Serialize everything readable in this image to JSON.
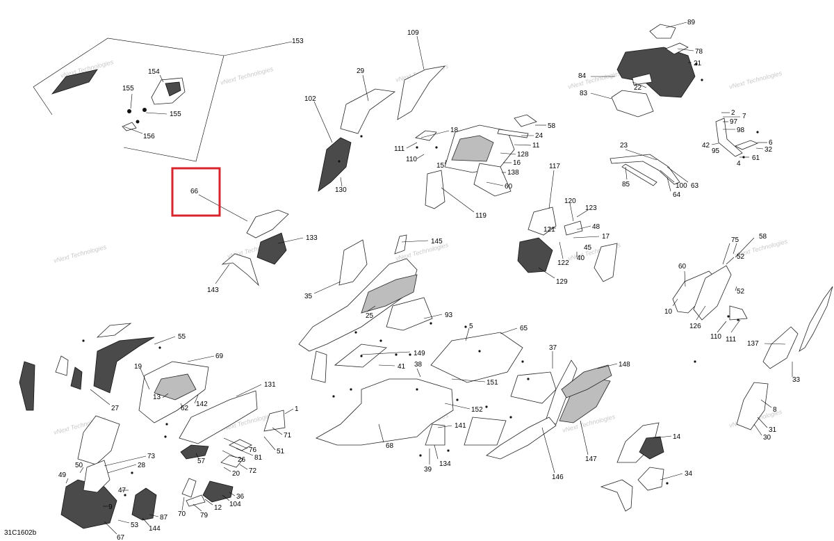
{
  "diagram": {
    "reference_code": "31C1602b",
    "highlighted_part": "66",
    "highlight_color": "#d9232d",
    "watermark_text": "vNext Technologies",
    "part_labels": [
      "153",
      "154",
      "155",
      "155",
      "156",
      "109",
      "29",
      "102",
      "130",
      "89",
      "78",
      "21",
      "84",
      "22",
      "83",
      "2",
      "7",
      "97",
      "98",
      "42",
      "95",
      "61",
      "4",
      "6",
      "32",
      "18",
      "111",
      "110",
      "15",
      "128",
      "58",
      "24",
      "11",
      "16",
      "138",
      "60",
      "119",
      "23",
      "85",
      "100",
      "63",
      "64",
      "66",
      "133",
      "143",
      "117",
      "120",
      "123",
      "48",
      "121",
      "17",
      "122",
      "40",
      "45",
      "129",
      "35",
      "145",
      "25",
      "93",
      "60",
      "75",
      "58",
      "52",
      "52",
      "10",
      "126",
      "110",
      "111",
      "5",
      "65",
      "149",
      "41",
      "38",
      "151",
      "152",
      "141",
      "134",
      "39",
      "68",
      "37",
      "148",
      "147",
      "146",
      "14",
      "34",
      "137",
      "33",
      "8",
      "31",
      "30",
      "55",
      "69",
      "19",
      "13",
      "62",
      "142",
      "27",
      "131",
      "1",
      "71",
      "51",
      "76",
      "81",
      "26",
      "57",
      "72",
      "20",
      "50",
      "49",
      "73",
      "28",
      "47",
      "9",
      "53",
      "144",
      "87",
      "67",
      "70",
      "79",
      "12",
      "104",
      "36"
    ]
  }
}
